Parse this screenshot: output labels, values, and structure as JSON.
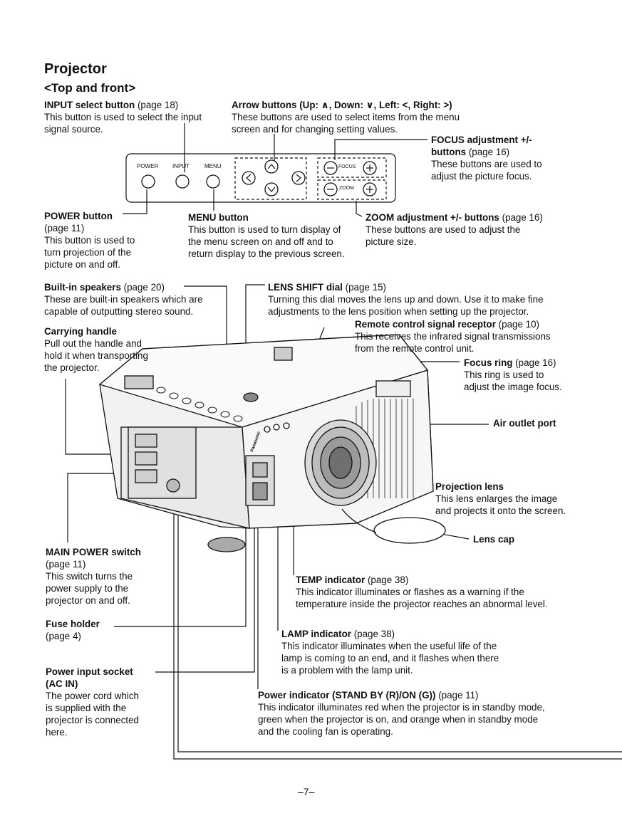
{
  "title": "Projector",
  "subtitle": "<Top and front>",
  "panel": {
    "power_label": "POWER",
    "input_label": "INPUT",
    "menu_label": "MENU",
    "focus_label": "FOCUS",
    "zoom_label": "ZOOM"
  },
  "callouts": {
    "input": {
      "title": "INPUT select button",
      "ref": " (page 18)",
      "lines": [
        "This button is used to select the input",
        "signal source."
      ]
    },
    "arrow": {
      "title": "Arrow buttons (Up: ∧, Down: ∨, Left: <, Right: >)",
      "lines": [
        "These buttons are used to select items from the menu",
        "screen and for changing setting values."
      ]
    },
    "focus_adj": {
      "title": "FOCUS adjustment +/-",
      "title2": "buttons",
      "ref": " (page 16)",
      "lines": [
        "These buttons are used to",
        "adjust the picture focus."
      ]
    },
    "power_btn": {
      "title": "POWER button",
      "lines": [
        "(page 11)",
        "This button is used to",
        "turn projection of the",
        "picture on and off."
      ]
    },
    "menu_btn": {
      "title": "MENU button",
      "lines": [
        "This button is used to turn display of",
        "the menu screen on and off and to",
        "return display to the previous screen."
      ]
    },
    "zoom_adj": {
      "title": "ZOOM adjustment +/- buttons",
      "ref": " (page 16)",
      "lines": [
        "These buttons are used to adjust the",
        "picture size."
      ]
    },
    "speakers": {
      "title": "Built-in speakers",
      "ref": " (page 20)",
      "lines": [
        "These are built-in speakers which are",
        "capable of outputting stereo sound."
      ]
    },
    "handle": {
      "title": "Carrying handle",
      "lines": [
        "Pull out the handle and",
        "hold it when transporting",
        "the projector."
      ]
    },
    "lens_shift": {
      "title": "LENS SHIFT dial",
      "ref": " (page 15)",
      "lines": [
        "Turning this dial moves the lens up and down. Use it to make fine",
        "adjustments to the lens position when setting up the projector."
      ]
    },
    "remote": {
      "title": "Remote control signal receptor",
      "ref": " (page 10)",
      "lines": [
        "This receives the infrared signal transmissions",
        "from the remote control unit."
      ]
    },
    "focus_ring": {
      "title": "Focus ring",
      "ref": " (page 16)",
      "lines": [
        "This ring is used to",
        "adjust the image focus."
      ]
    },
    "air": {
      "title": "Air outlet port"
    },
    "proj_lens": {
      "title": "Projection lens",
      "lines": [
        "This lens enlarges the image",
        "and projects it onto the screen."
      ]
    },
    "lens_cap": {
      "title": "Lens cap"
    },
    "main_power": {
      "title": "MAIN POWER switch",
      "lines": [
        "(page 11)",
        "This switch turns the",
        "power supply to the",
        "projector on and off."
      ]
    },
    "temp": {
      "title": "TEMP indicator",
      "ref": " (page 38)",
      "lines": [
        "This indicator illuminates or flashes as a warning if the",
        "temperature inside the projector reaches an abnormal level."
      ]
    },
    "fuse": {
      "title": "Fuse holder",
      "lines": [
        "(page 4)"
      ]
    },
    "lamp": {
      "title": "LAMP indicator",
      "ref": " (page 38)",
      "lines": [
        "This indicator illuminates when the useful life of the",
        "lamp is coming to an end, and it flashes when there",
        "is a problem with the lamp unit."
      ]
    },
    "power_socket": {
      "title": "Power input socket",
      "title2": "(AC IN)",
      "lines": [
        "The power cord which",
        "is supplied with the",
        "projector is connected",
        "here."
      ]
    },
    "power_ind": {
      "title": "Power indicator (STAND BY (R)/ON (G))",
      "ref": " (page 11)",
      "lines": [
        "This indicator illuminates red when the projector is in standby mode,",
        "green when the projector is on, and orange when in standby mode",
        "and the cooling fan is operating."
      ]
    }
  },
  "illustration": {
    "brand": "Panasonic"
  },
  "page_number": "–7–"
}
